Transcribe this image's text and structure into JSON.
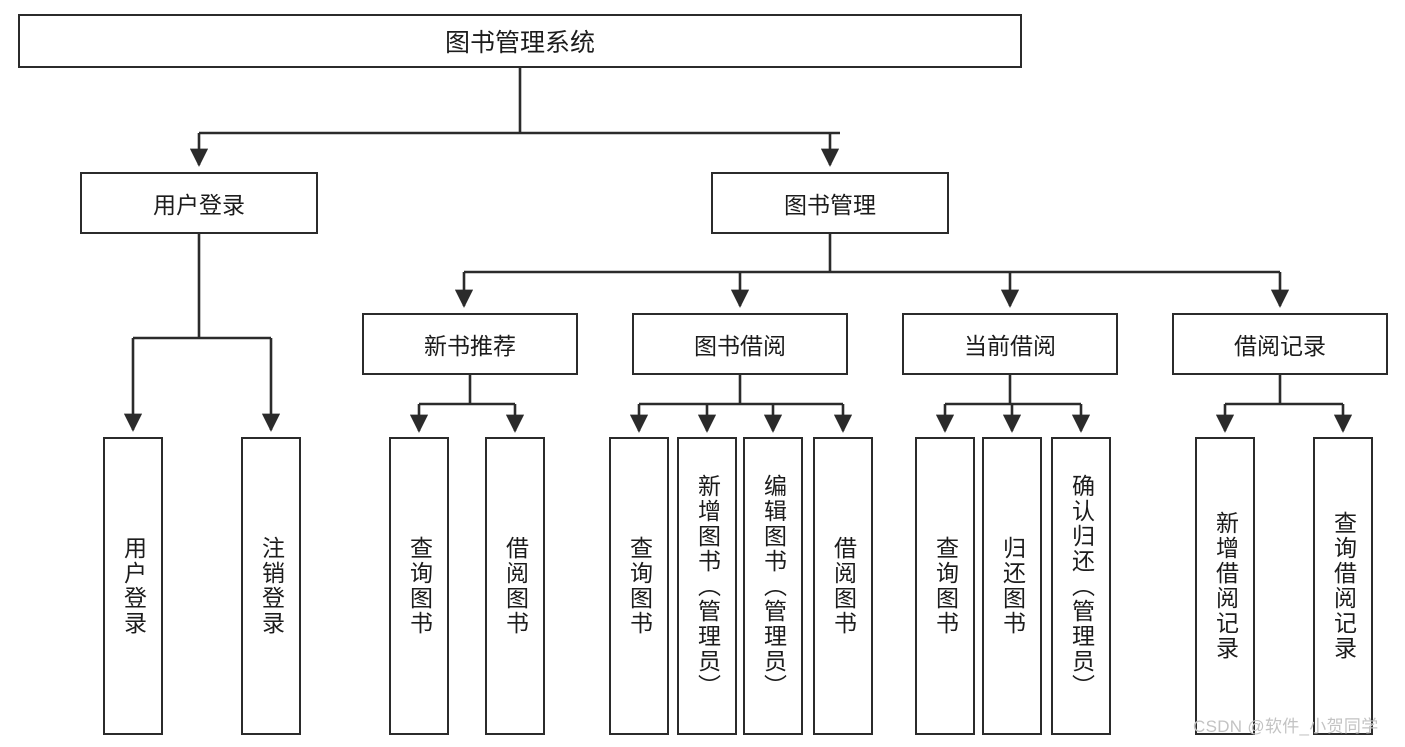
{
  "diagram": {
    "type": "tree-hierarchy",
    "title": "图书管理系统",
    "root": {
      "label": "图书管理系统"
    },
    "level2": [
      {
        "id": "user-login",
        "label": "用户登录"
      },
      {
        "id": "book-management",
        "label": "图书管理"
      }
    ],
    "level3": [
      {
        "id": "new-book-recommend",
        "label": "新书推荐",
        "parent": "book-management"
      },
      {
        "id": "book-borrow",
        "label": "图书借阅",
        "parent": "book-management"
      },
      {
        "id": "current-borrow",
        "label": "当前借阅",
        "parent": "book-management"
      },
      {
        "id": "borrow-record",
        "label": "借阅记录",
        "parent": "book-management"
      }
    ],
    "leaves": {
      "user_login": [
        {
          "id": "leaf-user-login",
          "label": "用户登录"
        },
        {
          "id": "leaf-logout-login",
          "label": "注销登录"
        }
      ],
      "new_book_recommend": [
        {
          "id": "leaf-query-book-1",
          "label": "查询图书"
        },
        {
          "id": "leaf-borrow-book-1",
          "label": "借阅图书"
        }
      ],
      "book_borrow": [
        {
          "id": "leaf-query-book-2",
          "label": "查询图书"
        },
        {
          "id": "leaf-add-book",
          "label": "新增图书（管理员）"
        },
        {
          "id": "leaf-edit-book",
          "label": "编辑图书（管理员）"
        },
        {
          "id": "leaf-borrow-book-2",
          "label": "借阅图书"
        }
      ],
      "current_borrow": [
        {
          "id": "leaf-query-book-3",
          "label": "查询图书"
        },
        {
          "id": "leaf-return-book",
          "label": "归还图书"
        },
        {
          "id": "leaf-confirm-return",
          "label": "确认归还（管理员）"
        }
      ],
      "borrow_record": [
        {
          "id": "leaf-add-record",
          "label": "新增借阅记录"
        },
        {
          "id": "leaf-query-record",
          "label": "查询借阅记录"
        }
      ]
    },
    "watermark": "CSDN @软件_小贺同学",
    "colors": {
      "stroke": "#2b2b2b",
      "fill": "#ffffff",
      "text": "#1c1c1c",
      "watermark": "#c3c3c3"
    }
  }
}
